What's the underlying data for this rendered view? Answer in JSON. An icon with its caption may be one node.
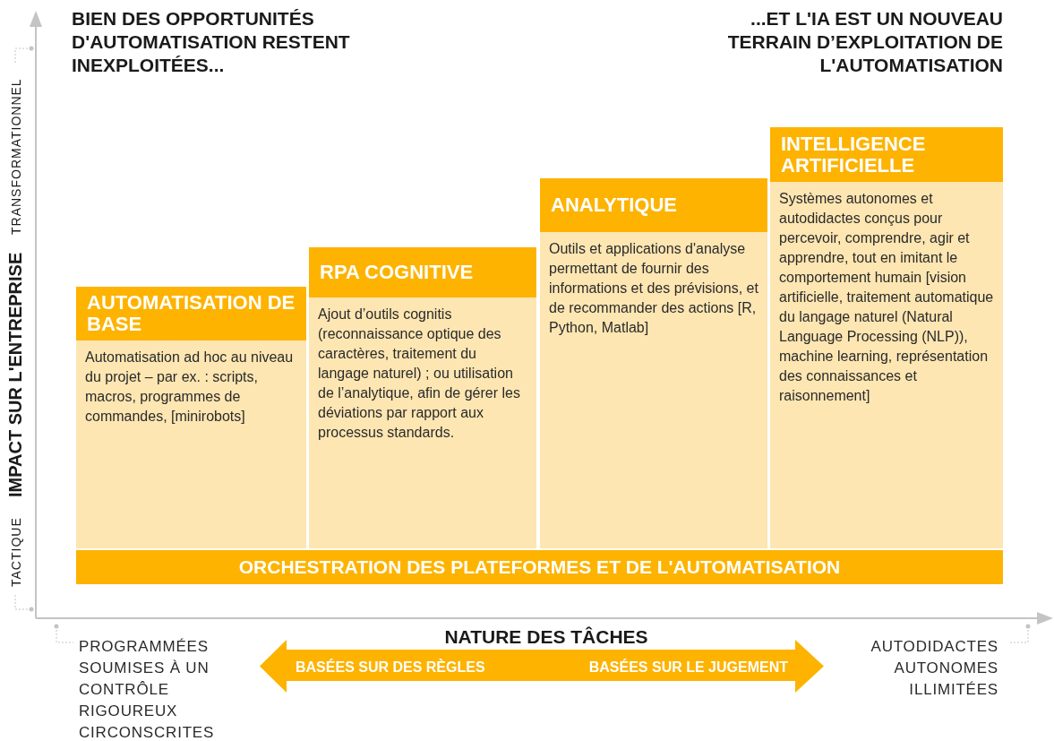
{
  "diagram": {
    "nodes": [
      {
        "text": [
          "AUTOMATISATION DE BASE",
          "Automatisation ad hoc au niveau du projet – par ex. : scripts, macros, programmes de commandes, [minirobots]"
        ]
      },
      {
        "text": [
          "RPA COGNITIVE",
          "Ajout d’outils cognitis (reconnaissance optique des caractères, traitement du langage naturel) ; ou utilisation de l’analytique, afin de gérer les déviations par rapport aux processus standards."
        ]
      },
      {
        "text": [
          "ANALYTIQUE",
          "Outils et applications d'analyse permettant de fournir des informations et des prévisions, et de recommander des actions [R, Python, Matlab]"
        ]
      },
      {
        "text": [
          "INTELLIGENCE ARTIFICIELLE",
          "Systèmes autonomes et autodidactes conçus pour percevoir, comprendre, agir et apprendre, tout en imitant le comportement humain [vision artificielle, traitement automatique du langage naturel (Natural Language Processing (NLP)), machine learning, représentation des connaissances et raisonnement]"
        ]
      },
      {
        "text": [
          "ORCHESTRATION DES PLATEFORMES ET DE L'AUTOMATISATION"
        ]
      },
      {
        "text": [
          "BASÉES SUR DES RÈGLES",
          "BASÉES SUR LE JUGEMENT"
        ]
      }
    ],
    "edges": [],
    "labels": [
      "BIEN DES OPPORTUNITÉS D'AUTOMATISATION RESTENT INEXPLOITÉES...",
      "...ET L'IA EST UN NOUVEAU TERRAIN D’EXPLOITATION DE L'AUTOMATISATION",
      "TACTIQUE",
      "IMPACT SUR L'ENTREPRISE",
      "TRANSFORMATIONNEL",
      "NATURE DES TÂCHES",
      "PROGRAMMÉES SOUMISES À UN CONTRÔLE RIGOUREUX CIRCONSCRITES",
      "AUTODIDACTES AUTONOMES ILLIMITÉES"
    ]
  }
}
